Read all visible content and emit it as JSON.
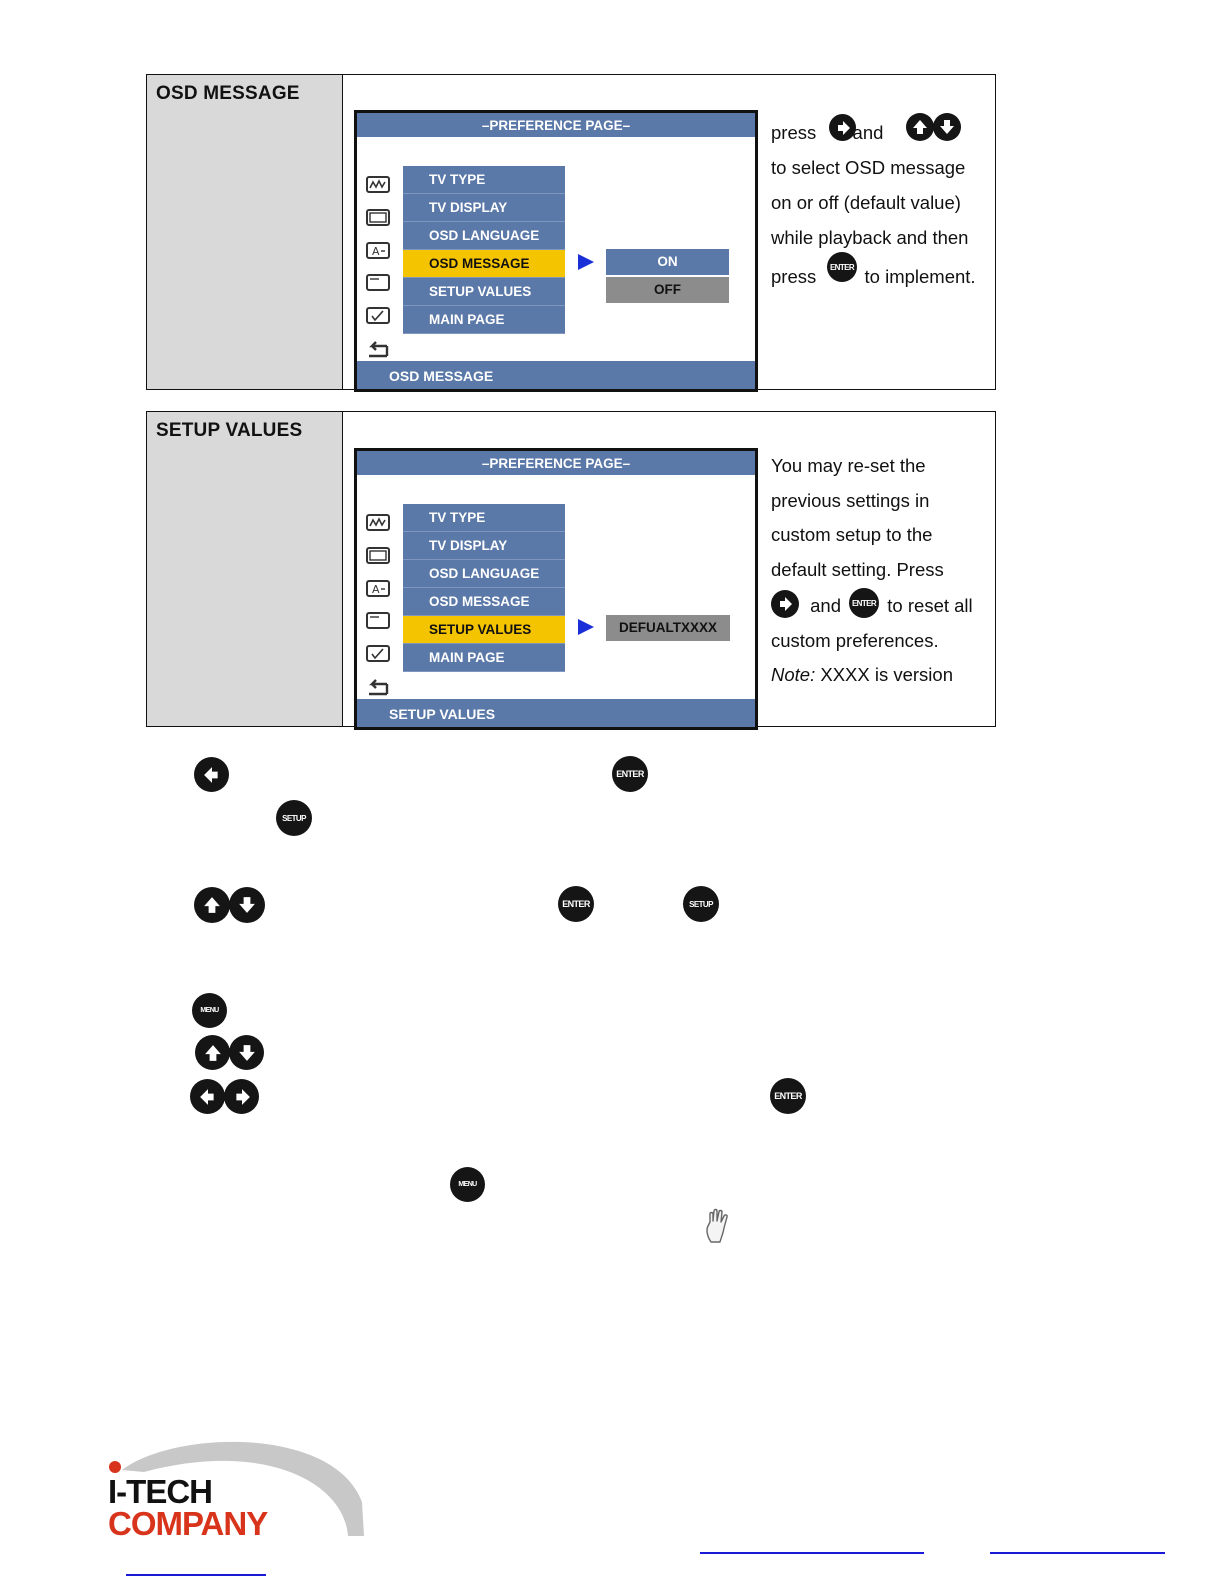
{
  "rows": [
    {
      "label": "OSD MESSAGE",
      "screen": {
        "header": "–PREFERENCE PAGE–",
        "menu": [
          "TV TYPE",
          "TV DISPLAY",
          "OSD LANGUAGE",
          "OSD MESSAGE",
          "SETUP VALUES",
          "MAIN PAGE"
        ],
        "selected_index": 3,
        "options": [
          "ON",
          "OFF"
        ],
        "footer": "OSD MESSAGE"
      },
      "desc": {
        "l1a": "press",
        "l1b": "and",
        "l2": "to select OSD message",
        "l3": "on or off (default value)",
        "l4": "while playback and then",
        "l5a": "press",
        "l5b": "to implement."
      }
    },
    {
      "label": "SETUP VALUES",
      "screen": {
        "header": "–PREFERENCE PAGE–",
        "menu": [
          "TV TYPE",
          "TV DISPLAY",
          "OSD LANGUAGE",
          "OSD MESSAGE",
          "SETUP VALUES",
          "MAIN PAGE"
        ],
        "selected_index": 4,
        "options": [
          "DEFUALTXXXX"
        ],
        "footer": "SETUP VALUES"
      },
      "desc": {
        "l1": "You may re-set the",
        "l2": "previous settings in",
        "l3": "custom setup to the",
        "l4": "default setting. Press",
        "l5a": "and",
        "l5b": "to reset all",
        "l6": "custom preferences.",
        "l7a": "Note:",
        "l7b": "XXXX is version"
      }
    }
  ],
  "button_labels": {
    "enter": "ENTER",
    "setup": "SETUP",
    "menu": "MENU"
  },
  "logo": {
    "line1": "I-TECH",
    "line2": "COMPANY"
  },
  "colors": {
    "menu_blue": "#5a78a8",
    "highlight": "#f5c400",
    "pointer": "#1a2fd8",
    "logo_red": "#d8341c",
    "link": "#1a1ad6"
  }
}
